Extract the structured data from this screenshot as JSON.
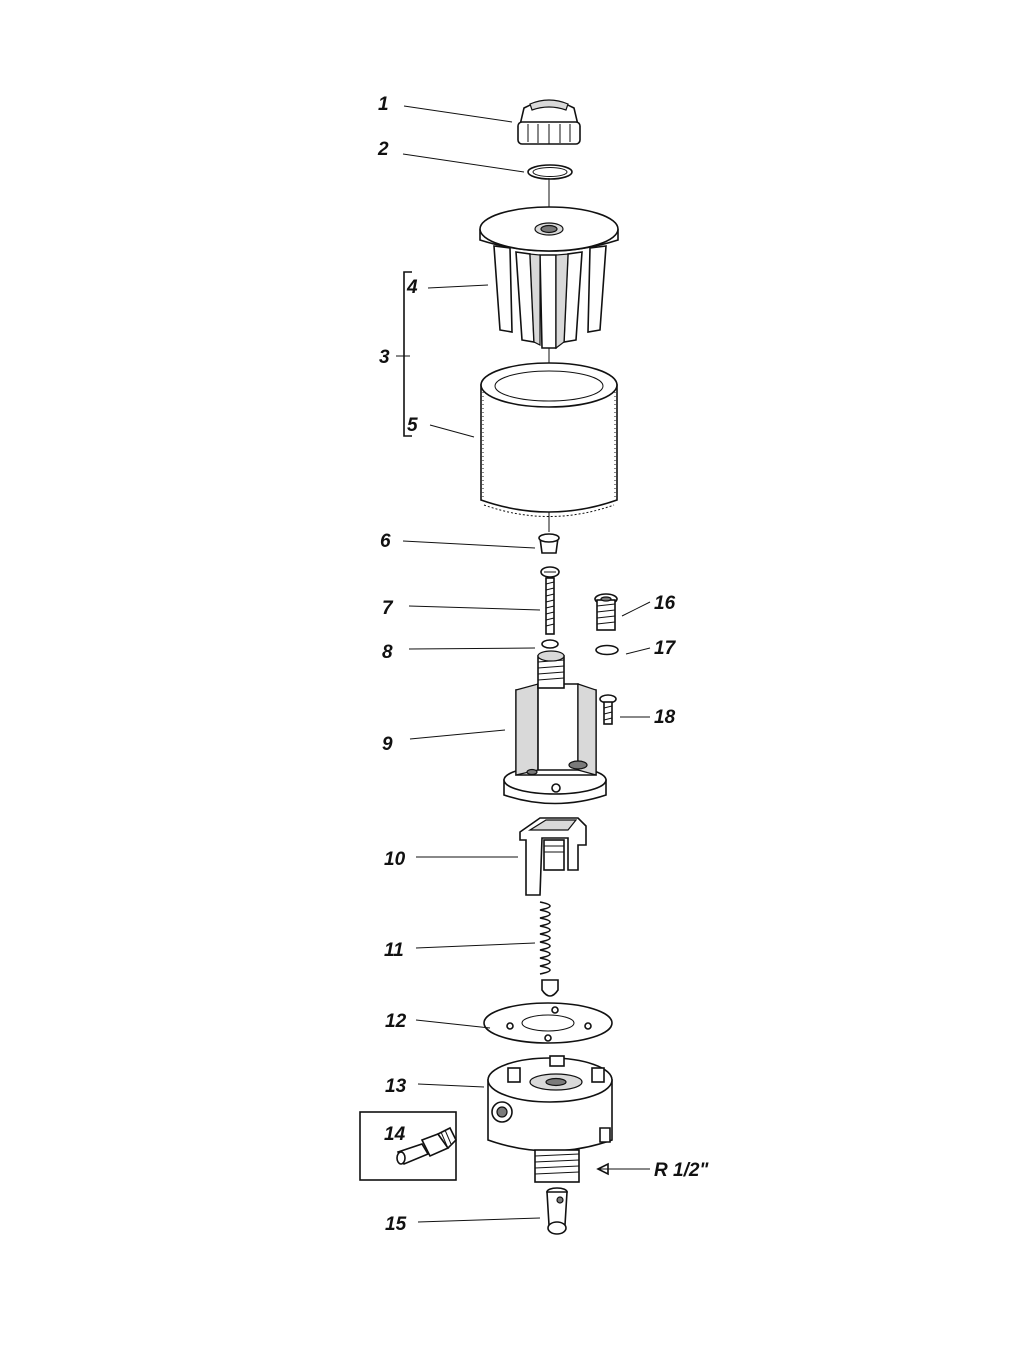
{
  "labels": {
    "p1": "1",
    "p2": "2",
    "p3": "3",
    "p4": "4",
    "p5": "5",
    "p6": "6",
    "p7": "7",
    "p8": "8",
    "p9": "9",
    "p10": "10",
    "p11": "11",
    "p12": "12",
    "p13": "13",
    "p14": "14",
    "p15": "15",
    "p16": "16",
    "p17": "17",
    "p18": "18",
    "thread": "R 1/2\""
  },
  "colors": {
    "ink": "#111111",
    "shade": "#d9d9d9",
    "dark_shade": "#7a7a7a",
    "background": "#ffffff"
  }
}
